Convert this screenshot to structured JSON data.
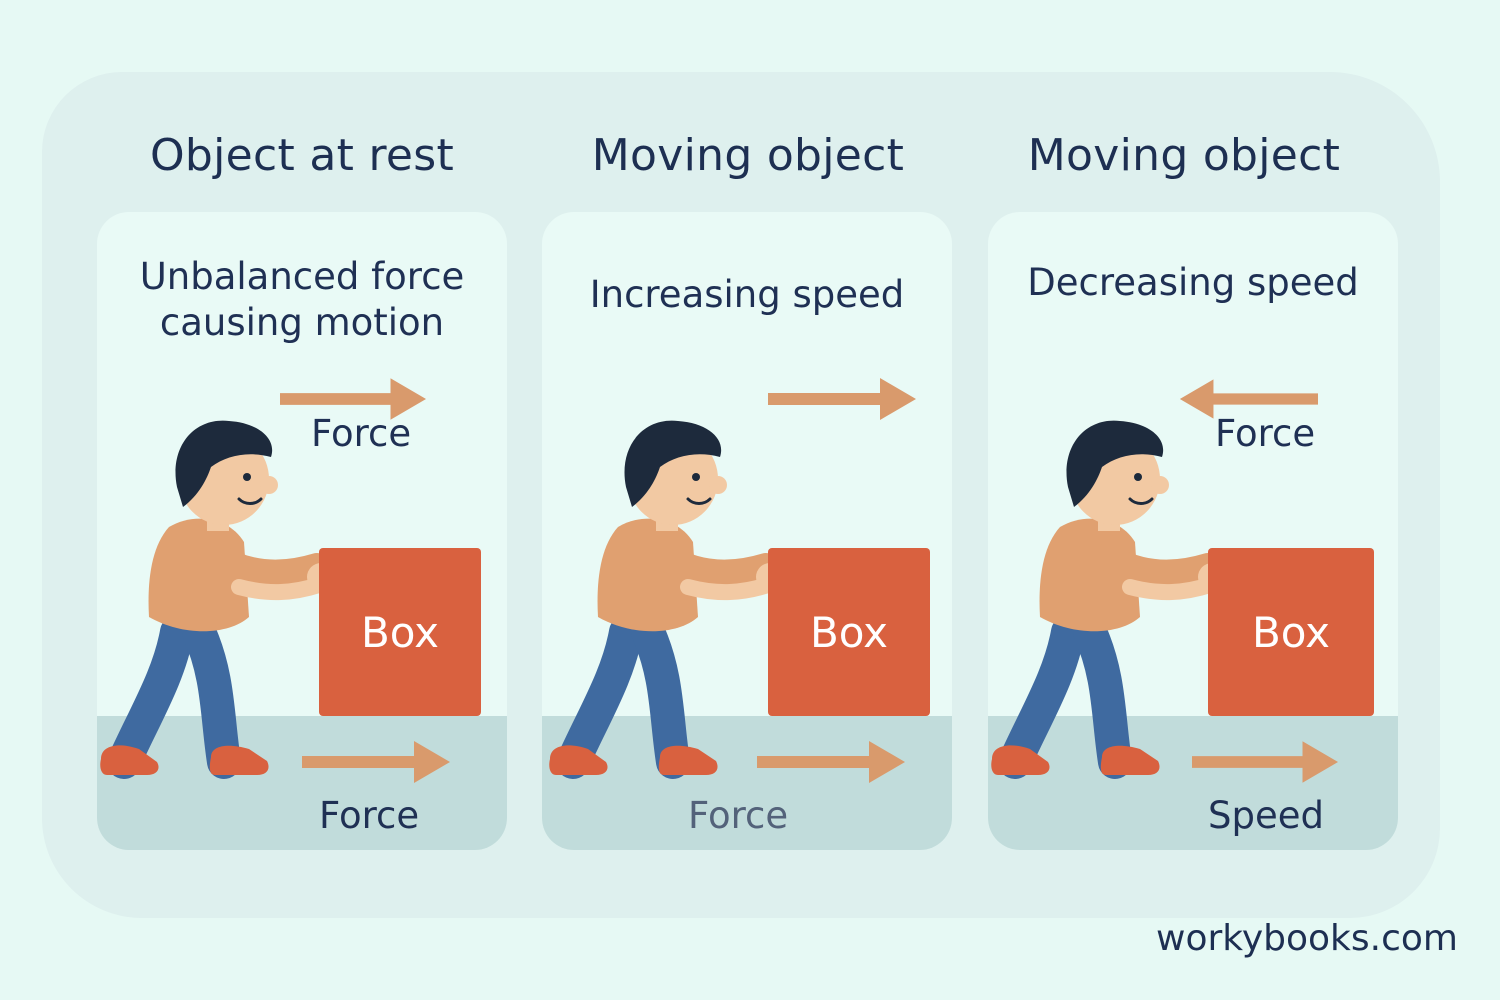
{
  "panels": [
    {
      "title": "Object at rest",
      "caption": [
        "Unbalanced force",
        "causing motion"
      ],
      "top_label": "Force",
      "box": "Box",
      "bottom_label": "Force"
    },
    {
      "title": "Moving object",
      "caption": [
        "Increasing speed"
      ],
      "top_label": "",
      "box": "Box",
      "bottom_label": "Force"
    },
    {
      "title": "Moving object",
      "caption": [
        "Decreasing speed"
      ],
      "top_label": "Force",
      "box": "Box",
      "bottom_label": "Speed"
    }
  ],
  "brand": "workybooks.com",
  "colors": {
    "box": "#d9613f",
    "arrow": "#d99a6c",
    "text": "#1f3054",
    "floor": "#c1dcdb",
    "panel": "#e9faf6"
  }
}
